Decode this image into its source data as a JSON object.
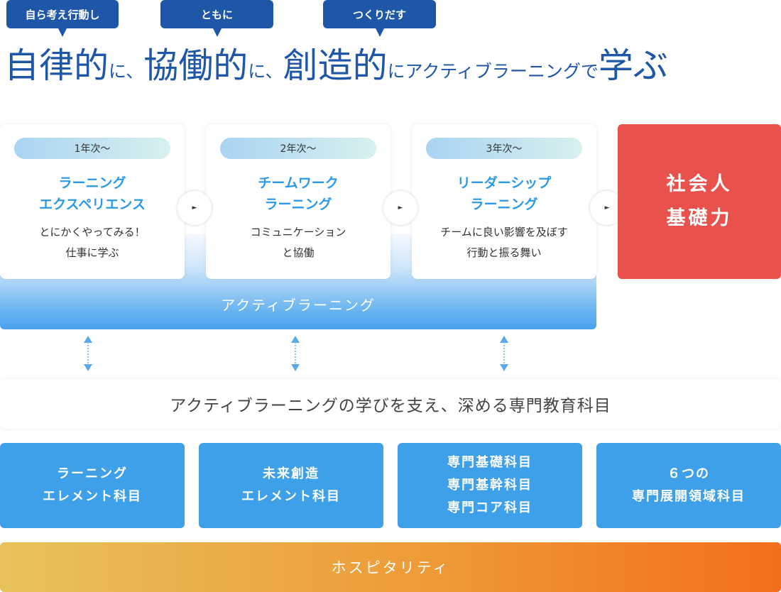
{
  "tags": [
    "自ら考え行動し",
    "ともに",
    "つくりだす"
  ],
  "headline": {
    "w1": "自律的",
    "p1": "に、",
    "w2": "協働的",
    "p2": "に、",
    "w3": "創造的",
    "p3": "にアクティブラーニングで",
    "w4": "学ぶ"
  },
  "active_learning_label": "アクティブラーニング",
  "stages": [
    {
      "year": "1年次〜",
      "title": [
        "ラーニング",
        "エクスペリエンス"
      ],
      "desc": [
        "とにかくやってみる！",
        "仕事に学ぶ"
      ]
    },
    {
      "year": "2年次〜",
      "title": [
        "チームワーク",
        "ラーニング"
      ],
      "desc": [
        "コミュニケーション",
        "と協働"
      ]
    },
    {
      "year": "3年次〜",
      "title": [
        "リーダーシップ",
        "ラーニング"
      ],
      "desc": [
        "チームに良い影響を及ぼす",
        "行動と振る舞い"
      ]
    }
  ],
  "arrow_glyph": "►",
  "goal": [
    "社会人",
    "基礎力"
  ],
  "support_text": "アクティブラーニングの学びを支え、深める専門教育科目",
  "subjects": [
    [
      "ラーニング",
      "エレメント科目"
    ],
    [
      "未来創造",
      "エレメント科目"
    ],
    [
      "専門基礎科目",
      "専門基幹科目",
      "専門コア科目"
    ],
    [
      "６つの",
      "専門展開領域科目"
    ]
  ],
  "hospitality": "ホスピタリティ",
  "colors": {
    "navy": "#1f57a8",
    "card_title_blue": "#2a9ae8",
    "goal_red": "#e9514d",
    "subject_blue": "#3fa0ea",
    "hospitality_start": "#e7c25a",
    "hospitality_end": "#f36e1c"
  }
}
